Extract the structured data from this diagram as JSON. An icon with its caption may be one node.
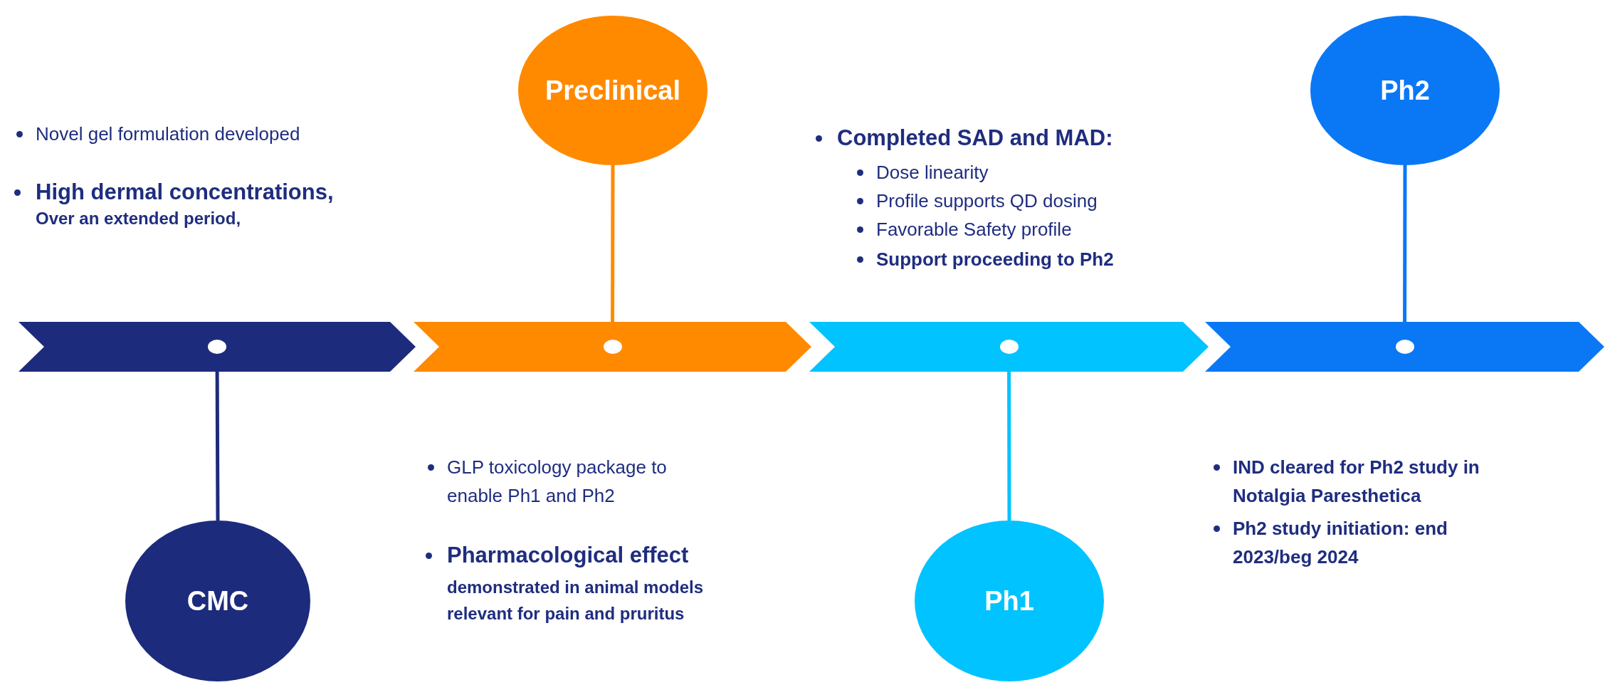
{
  "diagram": {
    "nodes": [
      {
        "text": [
          "CMC"
        ]
      },
      {
        "text": [
          "Preclinical"
        ]
      },
      {
        "text": [
          "Ph1"
        ]
      },
      {
        "text": [
          "Ph2"
        ]
      },
      {
        "text": [],
        "shape": "chevron"
      },
      {
        "text": [],
        "shape": "chevron"
      },
      {
        "text": [],
        "shape": "chevron"
      },
      {
        "text": [],
        "shape": "chevron"
      },
      {
        "text": [],
        "shape": "circle",
        "in": 4
      },
      {
        "text": [],
        "shape": "circle",
        "in": 5
      },
      {
        "text": [],
        "shape": "circle",
        "in": 6
      },
      {
        "text": [],
        "shape": "circle",
        "in": 7
      }
    ],
    "edges": [
      {
        "from": 0,
        "to": 8,
        "arrow": "none",
        "color": "#1d2b7c"
      },
      {
        "from": 1,
        "to": 9,
        "arrow": "none",
        "color": "#ff8a00"
      },
      {
        "from": 2,
        "to": 10,
        "arrow": "none",
        "color": "#00c3ff"
      },
      {
        "from": 3,
        "to": 11,
        "arrow": "none",
        "color": "#0a78f5"
      }
    ],
    "labels": [
      "Novel gel formulation developed",
      "High dermal concentrations,",
      "Over an extended period,",
      "Completed SAD and MAD:",
      "Dose linearity",
      "Profile supports QD dosing",
      "Favorable Safety profile",
      "Support proceeding to Ph2",
      "GLP toxicology package to enable Ph1 and Ph2",
      "Pharmacological effect",
      "demonstrated in animal models relevant for pain and pruritus",
      "IND cleared for Ph2 study in Notalgia Paresthetica",
      "Ph2 study initiation: end 2023/beg 2024"
    ]
  }
}
